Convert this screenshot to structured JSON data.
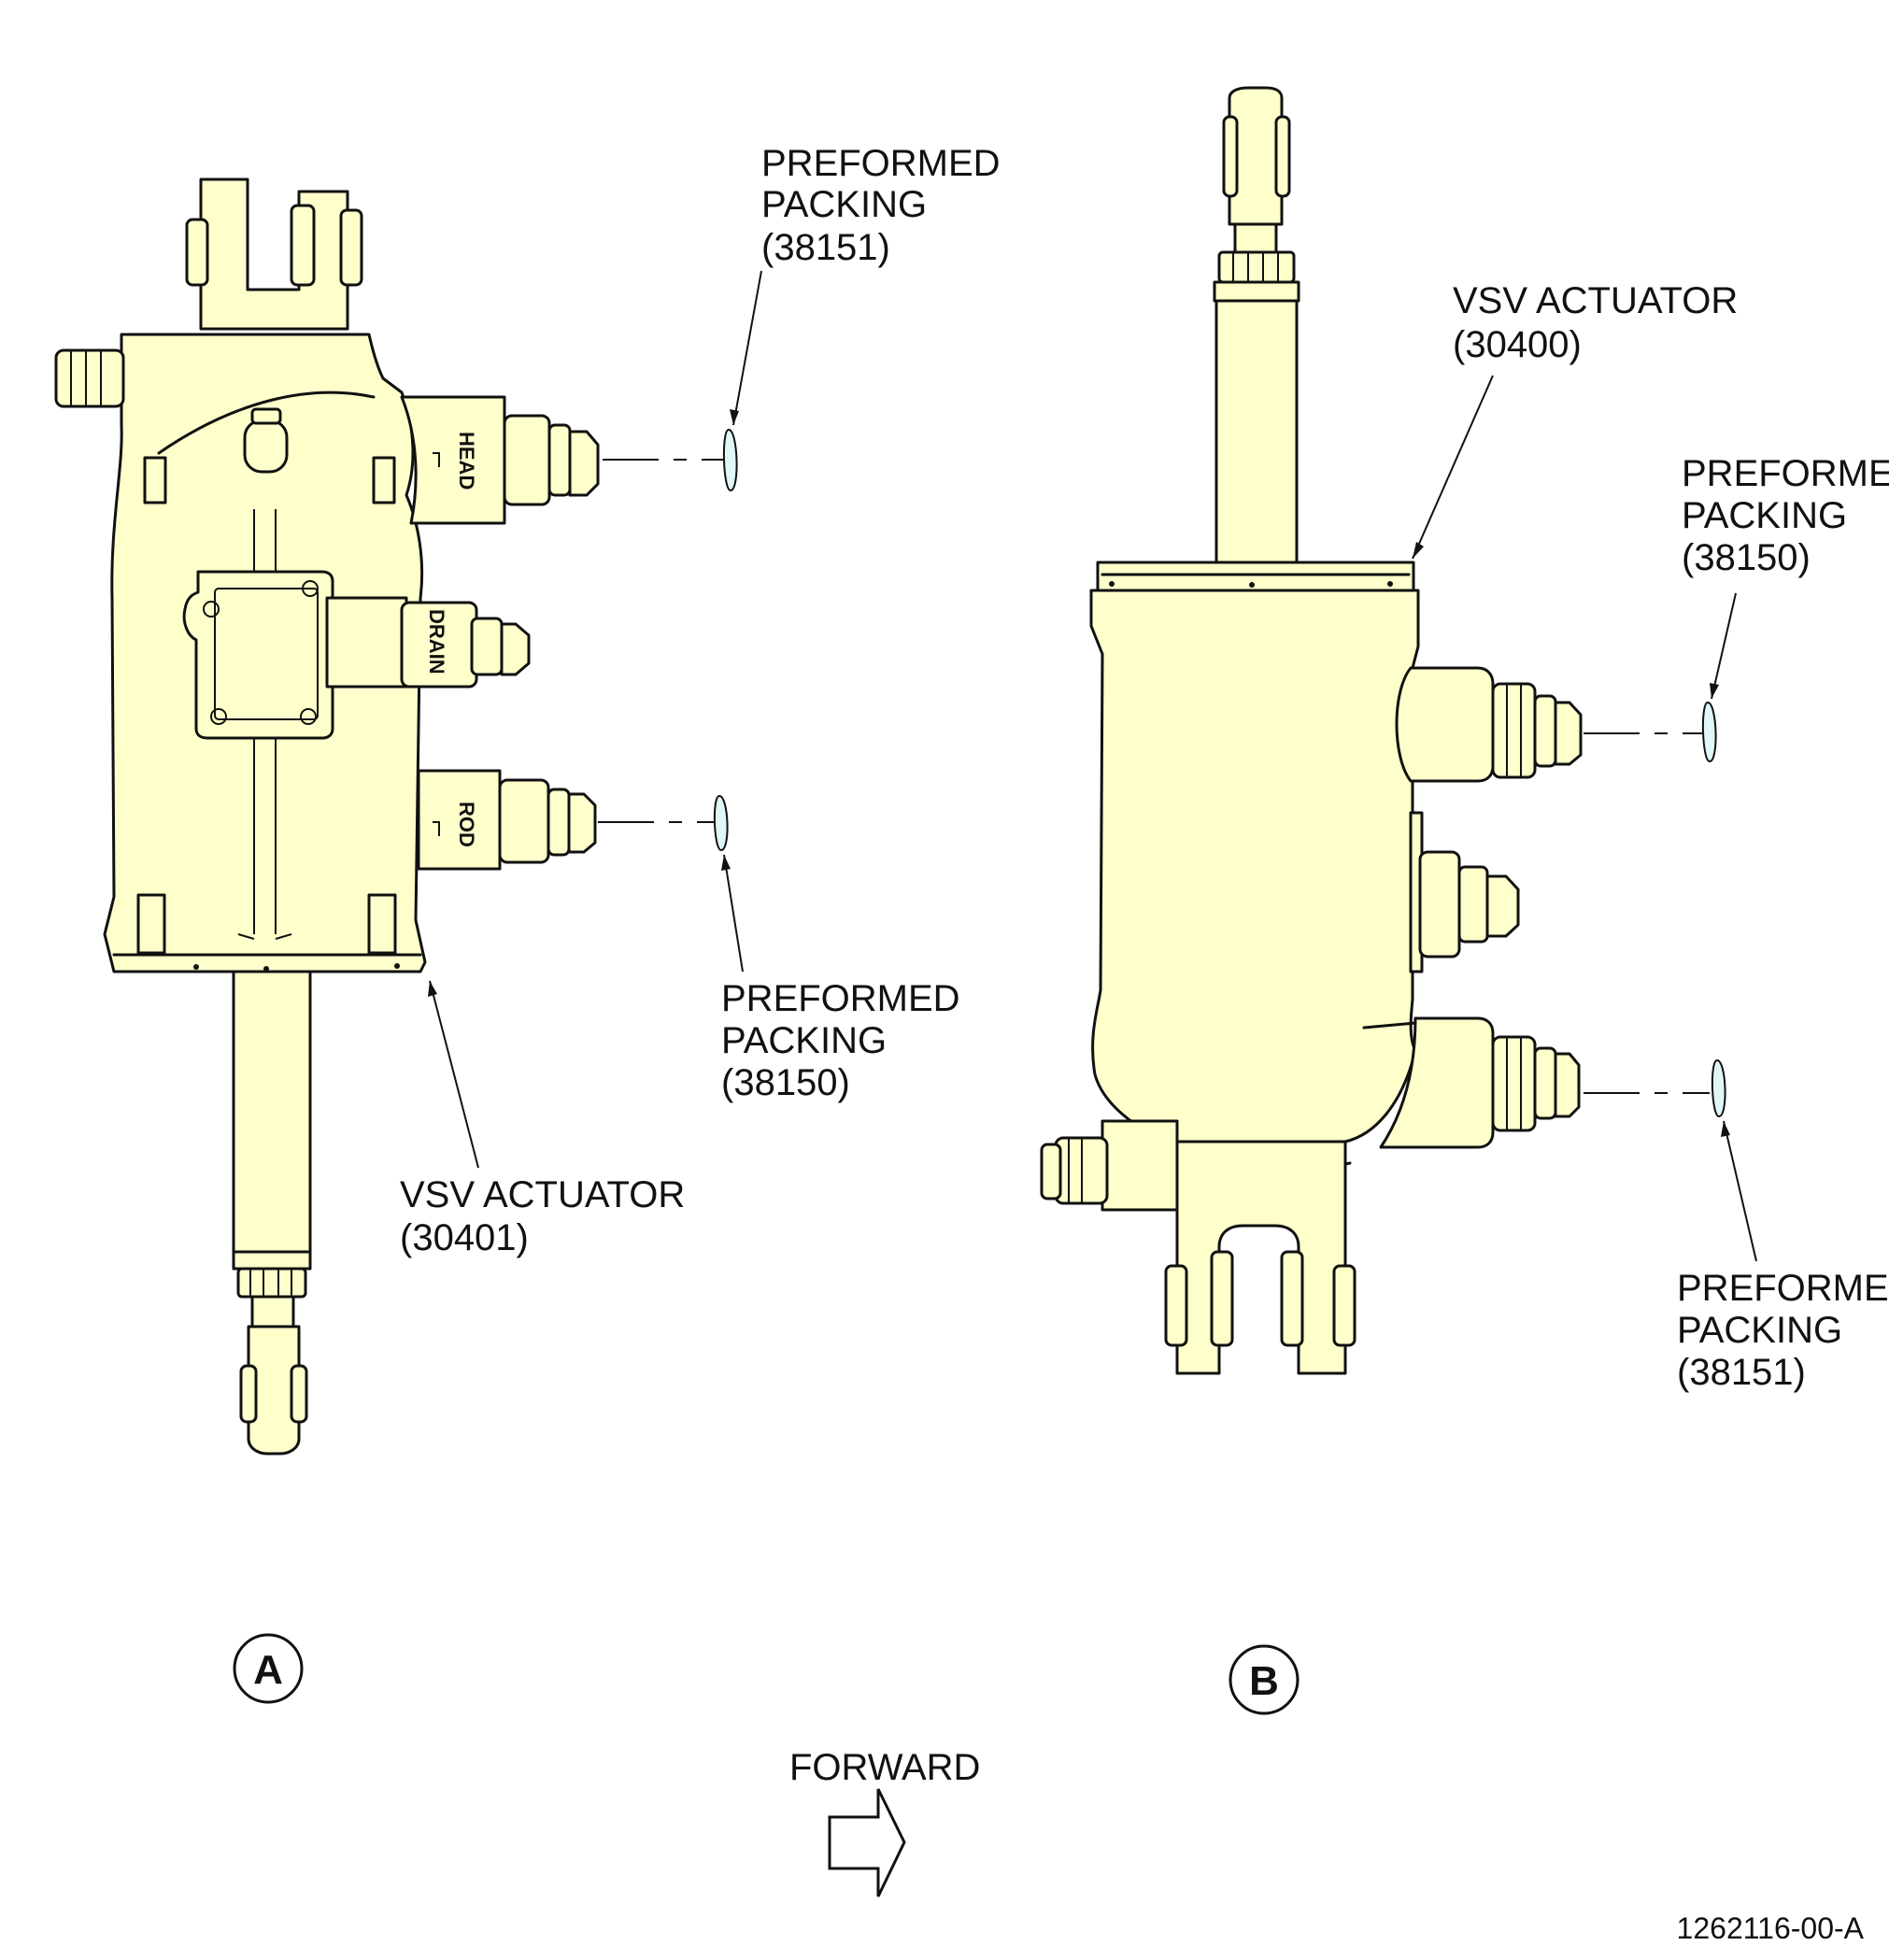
{
  "colors": {
    "part_fill": "#ffffcc",
    "packing_fill": "#dff7f7",
    "line": "#111111"
  },
  "view_a": {
    "id": "A",
    "callouts": {
      "packing_top": [
        "PREFORMED",
        "PACKING",
        "(38151)"
      ],
      "packing_bottom": [
        "PREFORMED",
        "PACKING",
        "(38150)"
      ],
      "actuator": [
        "VSV ACTUATOR",
        "(30401)"
      ]
    },
    "ports": {
      "head": "HEAD",
      "drain": "DRAIN",
      "rod": "ROD"
    }
  },
  "view_b": {
    "id": "B",
    "callouts": {
      "actuator": [
        "VSV ACTUATOR",
        "(30400)"
      ],
      "packing_top": [
        "PREFORMED",
        "PACKING",
        "(38150)"
      ],
      "packing_bottom": [
        "PREFORMED",
        "PACKING",
        "(38151)"
      ]
    }
  },
  "forward_label": "FORWARD",
  "figure_number": "1262116-00-A"
}
